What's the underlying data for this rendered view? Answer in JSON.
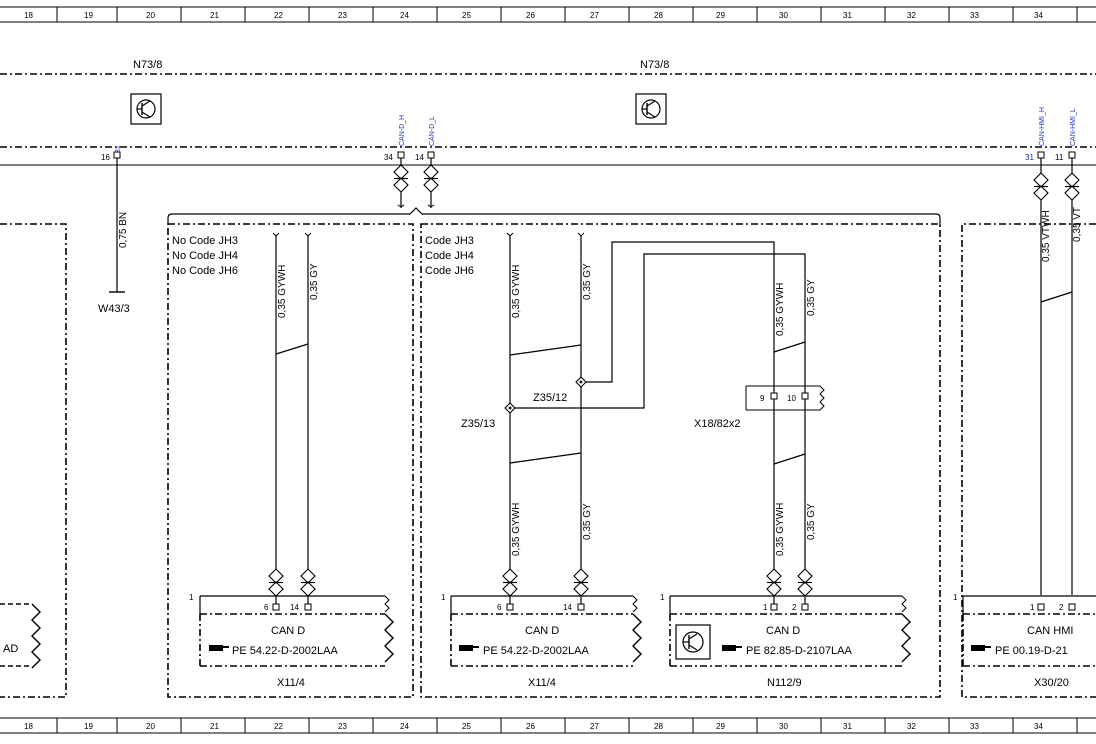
{
  "ruler": {
    "numbers": [
      "18",
      "19",
      "20",
      "21",
      "22",
      "23",
      "24",
      "25",
      "26",
      "27",
      "28",
      "29",
      "30",
      "31",
      "32",
      "33",
      "34"
    ]
  },
  "components": {
    "n73_left": "N73/8",
    "n73_right": "N73/8"
  },
  "pins": {
    "p16": "16",
    "p31": "31",
    "p34": "34",
    "p14": "14",
    "p31b": "31",
    "p11": "11",
    "can_d_h": "CAN-D_H",
    "can_d_l": "CAN-D_L",
    "can_hmi_h": "CAN-HMI_H",
    "can_hmi_l": "CAN-HMI_L"
  },
  "wires": {
    "w_075bn": "0,75 BN",
    "w_gywh": "0,35 GYWH",
    "w_gy": "0,35 GY",
    "w_vtwh": "0,35 VTWH",
    "w_vt": "0,35 VT"
  },
  "labels": {
    "w43": "W43/3",
    "z35_12": "Z35/12",
    "z35_13": "Z35/13",
    "x18": "X18/82x2",
    "x11_left": "X11/4",
    "x11_right": "X11/4",
    "n112": "N112/9",
    "x30": "X30/20"
  },
  "codes": {
    "no1": "No Code JH3",
    "no2": "No Code JH4",
    "no3": "No Code JH6",
    "c1": "Code JH3",
    "c2": "Code JH4",
    "c3": "Code JH6"
  },
  "connectors": {
    "x18_p9": "9",
    "x18_p10": "10",
    "b1_p6": "6",
    "b1_p14": "14",
    "b2_p6": "6",
    "b2_p14": "14",
    "b3_p1": "1",
    "b3_p2": "2",
    "b4_p1": "1",
    "b4_p2": "2",
    "b1_num": "1",
    "b2_num": "1",
    "b3_num": "1",
    "b4_num": "1"
  },
  "boxes": {
    "box1_title": "CAN D",
    "box1_ref": "PE 54.22-D-2002LAA",
    "box2_title": "CAN D",
    "box2_ref": "PE 54.22-D-2002LAA",
    "box3_title": "CAN D",
    "box3_ref": "PE 82.85-D-2107LAA",
    "box4_title": "CAN HMI",
    "box4_ref": "PE 00.19-D-21",
    "box0_ref": "AD",
    "ref_icon": "hand-pointer-icon"
  },
  "colors": {
    "link_blue": "#1a32c8"
  }
}
